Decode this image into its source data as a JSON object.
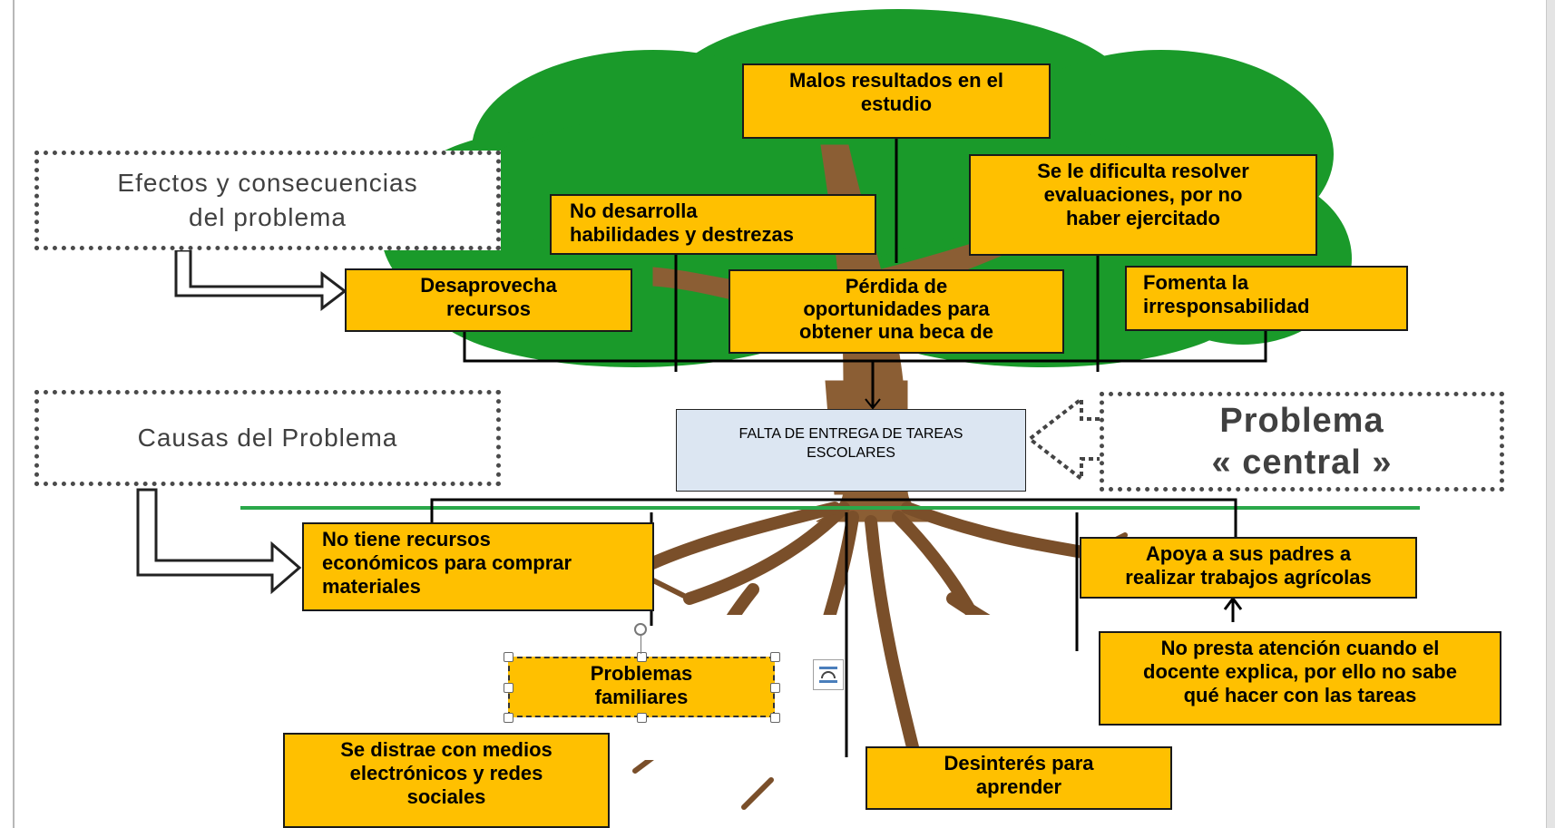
{
  "labels": {
    "effects": "Efectos y consecuencias\ndel problema",
    "causes": "Causas del Problema",
    "problem_title": "Problema",
    "problem_sub": "« central »"
  },
  "central_problem": "FALTA DE ENTREGA DE TAREAS\nESCOLARES",
  "effects": {
    "malos_resultados": "Malos resultados en el\nestudio",
    "no_desarrolla": "No desarrolla\nhabilidades y destrezas",
    "dificulta": "Se le dificulta resolver\nevaluaciones, por no\nhaber ejercitado",
    "desaprovecha": "Desaprovecha\nrecursos",
    "perdida": "Pérdida de\noportunidades para\nobtener una beca de",
    "fomenta": "Fomenta la\nirresponsabilidad"
  },
  "causes": {
    "recursos": "No tiene recursos\neconómicos para comprar\nmateriales",
    "apoya": "Apoya a sus padres a\nrealizar trabajos agrícolas",
    "familiares": "Problemas\nfamiliares",
    "no_presta": "No presta atención cuando el\ndocente explica, por ello no sabe\nqué  hacer con las tareas",
    "distrae": "Se distrae con medios\nelectrónicos y redes\nsociales",
    "desinteres": "Desinterés para\naprender"
  },
  "icons": [
    "rotate-handle-icon",
    "layout-options-icon",
    "hollow-arrow-icon"
  ],
  "colors": {
    "box_fill": "#ffc000",
    "canopy": "#1a9a2a",
    "trunk": "#8b5e34",
    "ground": "#2aa84a",
    "central_fill": "#dce6f2"
  }
}
